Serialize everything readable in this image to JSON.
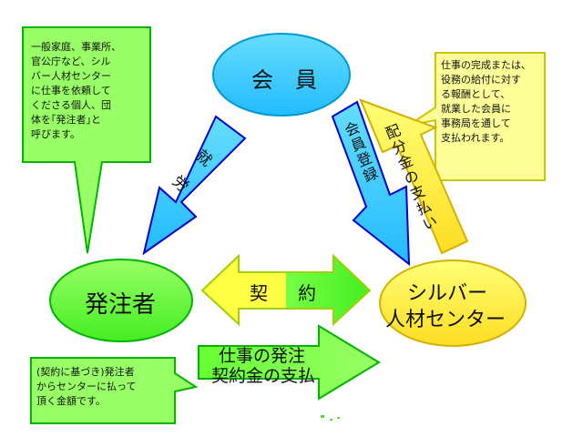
{
  "nodes": {
    "member": "会　員",
    "client": "発注者",
    "center_line1": "シルバー",
    "center_line2": "人材センター"
  },
  "arrows": {
    "work": "就　労",
    "registration": "会員登録",
    "distribution": "配分金の支払い",
    "contract_left": "契",
    "contract_right": "約",
    "order_line1": "仕事の発注",
    "order_line2": "契約金の支払"
  },
  "notes": {
    "client_note": "一般家庭、事業所、\n官公庁など、シル\nバー人材センター\nに仕事を依頼して\nくださる個人、団\n体を｢発注者｣と\n呼びます。",
    "distribution_note": "仕事の完成または、\n役務の給付に対す\nる報酬として、\n就業した会員に\n事務局を通して\n支払われます。",
    "contract_note": "(契約に基づき)発注者\nからセンターに払って\n頂く金額です。"
  },
  "colors": {
    "cyan": "#33ccff",
    "lime": "#66ff33",
    "yellow": "#ffff33",
    "light_yellow": "#ffff99",
    "light_green": "#99ff66",
    "outline_green": "#00b400",
    "outline_blue": "#0000cc"
  }
}
